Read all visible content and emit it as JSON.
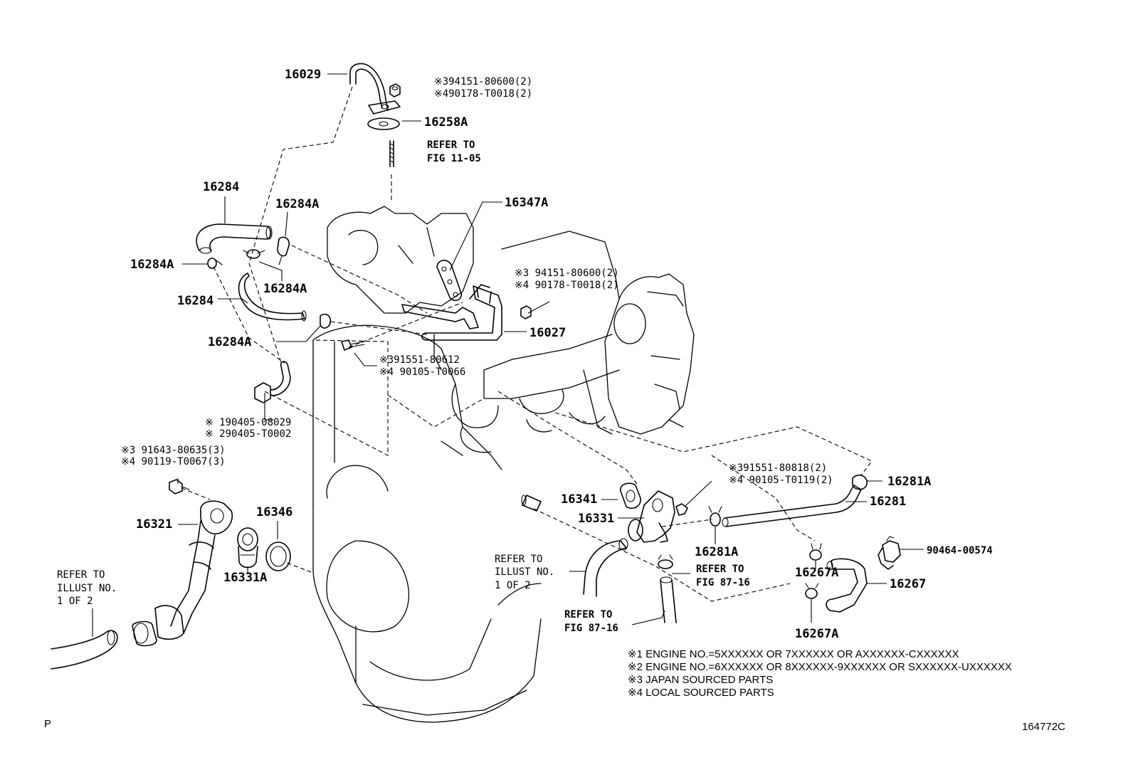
{
  "diagram": {
    "code": "164772C",
    "corner_mark": "P",
    "parts": {
      "p16029": "16029",
      "p16258A": "16258A",
      "p16284_top": "16284",
      "p16284A_top": "16284A",
      "p16284A_left": "16284A",
      "p16284A_mid": "16284A",
      "p16284_mid": "16284",
      "p16284A_low": "16284A",
      "p16347A": "16347A",
      "p16027": "16027",
      "p16321": "16321",
      "p16346": "16346",
      "p16331A": "16331A",
      "p16341": "16341",
      "p16331": "16331",
      "p16281A_right": "16281A",
      "p16281": "16281",
      "p16281A_low": "16281A",
      "p16267A_top": "16267A",
      "p16267": "16267",
      "p16267A_low": "16267A",
      "p90464": "90464-00574"
    },
    "notes": {
      "n1a": "※394151-80600(2)",
      "n1b": "※490178-T0018(2)",
      "n2a": "※3 94151-80600(2)",
      "n2b": "※4 90178-T0018(2)",
      "n3a": "※391551-80612",
      "n3b": "※4 90105-T0066",
      "n4a": "※ 190405-08029",
      "n4b": "※ 290405-T0002",
      "n5a": "※3 91643-80635(3)",
      "n5b": "※4 90119-T0067(3)",
      "n6a": "※391551-80818(2)",
      "n6b": "※4 90105-T0119(2)"
    },
    "refs": {
      "r1a": "REFER TO",
      "r1b": "FIG 11-05",
      "r2a": "REFER TO",
      "r2b": "ILLUST NO.",
      "r2c": "1 OF 2",
      "r3a": "REFER TO",
      "r3b": "ILLUST NO.",
      "r3c": "1 OF 2",
      "r4a": "REFER TO",
      "r4b": "FIG 87-16",
      "r5a": "REFER TO",
      "r5b": "FIG 87-16"
    },
    "legend": [
      "※1 ENGINE NO.=5XXXXXX OR 7XXXXXX OR AXXXXXX-CXXXXXX",
      "※2 ENGINE NO.=6XXXXXX OR 8XXXXXX-9XXXXXX OR SXXXXXX-UXXXXXX",
      "※3 JAPAN SOURCED PARTS",
      "※4 LOCAL SOURCED PARTS"
    ]
  }
}
